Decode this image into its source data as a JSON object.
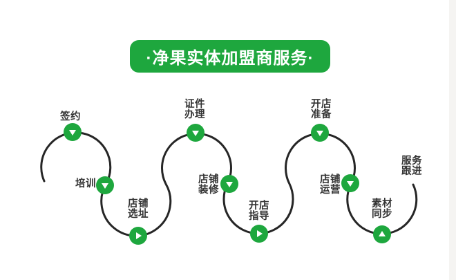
{
  "banner": {
    "title": "·净果实体加盟商服务·"
  },
  "colors": {
    "green": "#1ea73e",
    "line": "#262626",
    "text": "#333333",
    "background": "#ffffff"
  },
  "steps": [
    {
      "name": "sign-contract",
      "lines": [
        "签约"
      ],
      "icon": "play-down-icon"
    },
    {
      "name": "training",
      "lines": [
        "培训"
      ],
      "icon": "play-down-icon"
    },
    {
      "name": "site-selection",
      "lines": [
        "店铺",
        "选址"
      ],
      "icon": "play-right-icon"
    },
    {
      "name": "license-processing",
      "lines": [
        "证件",
        "办理"
      ],
      "icon": "play-down-icon"
    },
    {
      "name": "store-decoration",
      "lines": [
        "店铺",
        "装修"
      ],
      "icon": "play-down-icon"
    },
    {
      "name": "opening-guidance",
      "lines": [
        "开店",
        "指导"
      ],
      "icon": "play-right-icon"
    },
    {
      "name": "opening-preparation",
      "lines": [
        "开店",
        "准备"
      ],
      "icon": "play-down-icon"
    },
    {
      "name": "store-operation",
      "lines": [
        "店铺",
        "运营"
      ],
      "icon": "play-down-icon"
    },
    {
      "name": "material-sync",
      "lines": [
        "素材",
        "同步"
      ],
      "icon": "play-up-icon"
    },
    {
      "name": "service-followup",
      "lines": [
        "服务",
        "跟进"
      ],
      "icon": null
    }
  ]
}
